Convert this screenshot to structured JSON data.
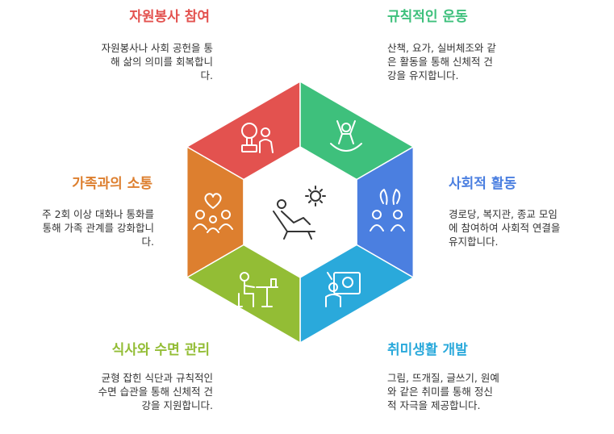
{
  "segments": [
    {
      "id": "volunteer",
      "title": "자원봉사 참여",
      "lines": [
        "자원봉사나 사회 공헌을 통",
        "해 삶의 의미를 회복합니",
        "다."
      ],
      "color": "#e3524f",
      "icon": "volunteer-icon"
    },
    {
      "id": "exercise",
      "title": "규칙적인 운동",
      "lines": [
        "산책, 요가, 실버체조와 같",
        "은 활동을 통해 신체적 건",
        "강을 유지합니다."
      ],
      "color": "#3ec07c",
      "icon": "exercise-icon"
    },
    {
      "id": "social",
      "title": "사회적 활동",
      "lines": [
        "경로당, 복지관, 종교 모임",
        "에 참여하여 사회적 연결을",
        "유지합니다."
      ],
      "color": "#4b7fe0",
      "icon": "social-people-icon"
    },
    {
      "id": "family",
      "title": "가족과의 소통",
      "lines": [
        "주 2회 이상 대화나 통화를",
        "통해 가족 관계를 강화합니",
        "다."
      ],
      "color": "#dd7f2f",
      "icon": "family-heart-icon"
    },
    {
      "id": "meal-sleep",
      "title": "식사와 수면 관리",
      "lines": [
        "균형 잡힌 식단과 규칙적인",
        "수면 습관을 통해 신체적 건",
        "강을 지원합니다."
      ],
      "color": "#93bd35",
      "icon": "dining-icon"
    },
    {
      "id": "hobby",
      "title": "취미생활 개발",
      "lines": [
        "그림, 뜨개질, 글쓰기, 원예",
        "와 같은 취미를 통해 정신",
        "적 자극을 제공합니다."
      ],
      "color": "#2aa9db",
      "icon": "painting-icon"
    }
  ],
  "center": {
    "icon": "relaxing-sun-icon"
  }
}
